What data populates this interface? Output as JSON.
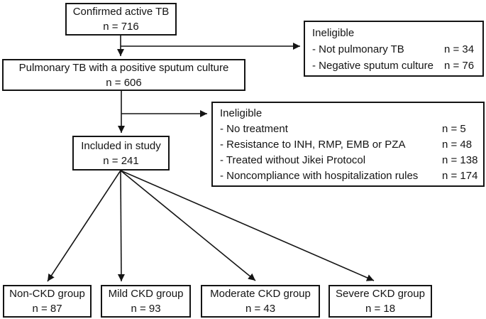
{
  "diagram": {
    "colors": {
      "border": "#141414",
      "background": "#ffffff",
      "text": "#141414",
      "arrow": "#141414"
    },
    "boxes": {
      "confirmed": {
        "label": "Confirmed active TB",
        "n": "n = 716"
      },
      "ineligible_top": {
        "title": "Ineligible",
        "items": [
          {
            "label": "- Not pulmonary TB",
            "n": "n = 34"
          },
          {
            "label": "- Negative sputum culture",
            "n": "n = 76"
          }
        ]
      },
      "pulmonary": {
        "label": "Pulmonary TB with a positive sputum culture",
        "n": "n = 606"
      },
      "ineligible_mid": {
        "title": "Ineligible",
        "items": [
          {
            "label": "- No treatment",
            "n": "n = 5"
          },
          {
            "label": "- Resistance to INH, RMP, EMB or PZA",
            "n": "n = 48"
          },
          {
            "label": "- Treated without Jikei Protocol",
            "n": "n = 138"
          },
          {
            "label": "- Noncompliance with hospitalization rules",
            "n": "n = 174"
          }
        ]
      },
      "included": {
        "label": "Included in study",
        "n": "n = 241"
      },
      "groups": [
        {
          "label": "Non-CKD group",
          "n": "n = 87"
        },
        {
          "label": "Mild CKD group",
          "n": "n = 93"
        },
        {
          "label": "Moderate CKD group",
          "n": "n = 43"
        },
        {
          "label": "Severe CKD group",
          "n": "n = 18"
        }
      ]
    }
  }
}
